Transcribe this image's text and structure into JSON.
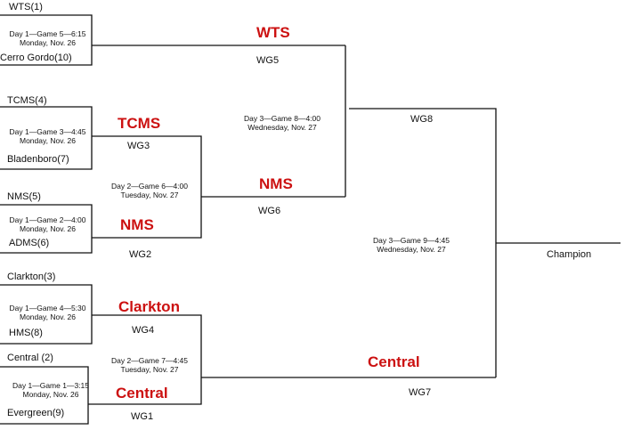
{
  "round1": [
    {
      "top": "WTS(1)",
      "bottom": "Cerro Gordo(10)",
      "info1": "Day 1—Game 5—6:15",
      "info2": "Monday, Nov. 26"
    },
    {
      "top": "TCMS(4)",
      "bottom": "Bladenboro(7)",
      "info1": "Day 1—Game 3—4:45",
      "info2": "Monday, Nov. 26"
    },
    {
      "top": "NMS(5)",
      "bottom": "ADMS(6)",
      "info1": "Day 1—Game 2—4:00",
      "info2": "Monday, Nov. 26"
    },
    {
      "top": "Clarkton(3)",
      "bottom": "HMS(8)",
      "info1": "Day 1—Game 4—5:30",
      "info2": "Monday, Nov. 26"
    },
    {
      "top": "Central (2)",
      "bottom": "Evergreen(9)",
      "info1": "Day 1—Game 1—3:15",
      "info2": "Monday, Nov. 26"
    }
  ],
  "winners": {
    "wts": "WTS",
    "tcms": "TCMS",
    "nms_r1": "NMS",
    "clarkton": "Clarkton",
    "central_r1": "Central",
    "nms_r2": "NMS",
    "central_r2": "Central"
  },
  "labels": {
    "wg5": "WG5",
    "wg3": "WG3",
    "wg2": "WG2",
    "wg4": "WG4",
    "wg1": "WG1",
    "wg6": "WG6",
    "wg7": "WG7",
    "wg8": "WG8",
    "champion": "Champion"
  },
  "games": {
    "game6": {
      "line1": "Day 2—Game 6—4:00",
      "line2": "Tuesday, Nov. 27"
    },
    "game7": {
      "line1": "Day 2—Game 7—4:45",
      "line2": "Tuesday, Nov. 27"
    },
    "game8": {
      "line1": "Day 3—Game 8—4:00",
      "line2": "Wednesday, Nov. 27"
    },
    "game9": {
      "line1": "Day 3—Game 9—4:45",
      "line2": "Wednesday, Nov. 27"
    }
  }
}
